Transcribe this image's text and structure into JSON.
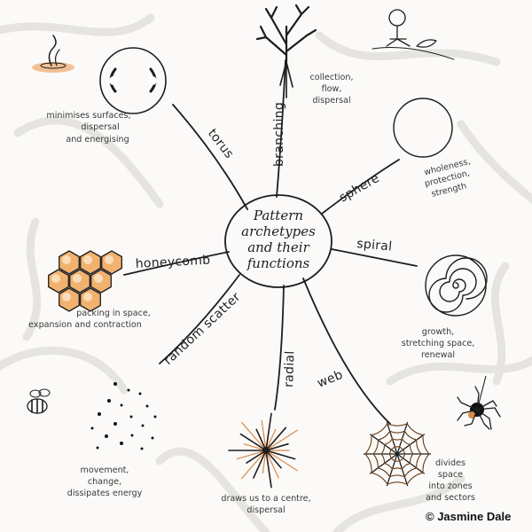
{
  "center": {
    "lines": [
      "Pattern",
      "archetypes",
      "and their",
      "functions"
    ]
  },
  "branches": {
    "branching": {
      "label": "branching",
      "desc": [
        "collection,",
        "flow,",
        "dispersal"
      ]
    },
    "sphere": {
      "label": "sphere",
      "desc": [
        "wholeness,",
        "protection,",
        "strength"
      ]
    },
    "spiral": {
      "label": "spiral",
      "desc": [
        "growth,",
        "stretching space,",
        "renewal"
      ]
    },
    "web": {
      "label": "web",
      "desc": [
        "divides",
        "space",
        "into zones",
        "and sectors"
      ]
    },
    "radial": {
      "label": "radial",
      "desc": [
        "draws us to a centre,",
        "dispersal"
      ]
    },
    "random_scatter": {
      "label": "random scatter",
      "desc": [
        "movement,",
        "change,",
        "dissipates energy"
      ]
    },
    "honeycomb": {
      "label": "honeycomb",
      "desc": [
        "packing in space,",
        "expansion and contraction"
      ]
    },
    "torus": {
      "label": "torus",
      "desc": [
        "minimises surfaces,",
        "dispersal",
        "and energising"
      ]
    }
  },
  "credit": "© Jasmine Dale",
  "colors": {
    "accent": "#e0893c",
    "ink": "#1d1d1d",
    "background": "#fbfaf8"
  }
}
